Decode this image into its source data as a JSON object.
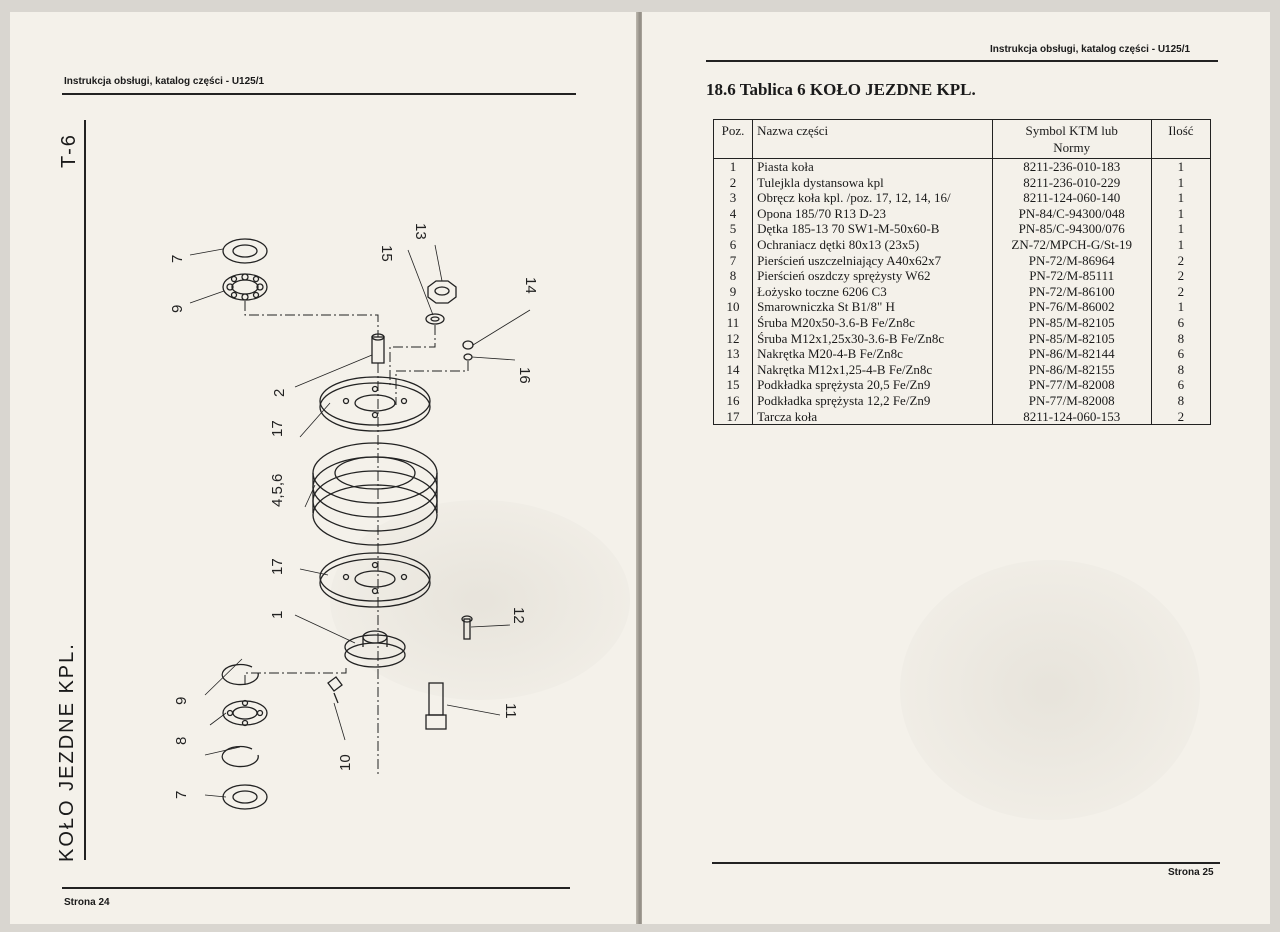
{
  "left_page": {
    "header": "Instrukcja obsługi, katalog części - U125/1",
    "side_code": "T-6",
    "side_title": "KOŁO JEZDNE KPL.",
    "page_number": "Strona 24",
    "diagram_labels": {
      "p7a": "7",
      "p9a": "9",
      "p15": "15",
      "p13": "13",
      "p14": "14",
      "p16": "16",
      "p2": "2",
      "p17a": "17",
      "p456": "4,5,6",
      "p17b": "17",
      "p1": "1",
      "p12": "12",
      "p9b": "9",
      "p8": "8",
      "p7b": "7",
      "p10": "10",
      "p11": "11"
    }
  },
  "right_page": {
    "header": "Instrukcja obsługi, katalog części - U125/1",
    "section_title": "18.6 Tablica 6 KOŁO JEZDNE KPL.",
    "table": {
      "headers": {
        "poz": "Poz.",
        "name": "Nazwa części",
        "symbol_1": "Symbol KTM lub",
        "symbol_2": "Normy",
        "qty": "Ilość"
      },
      "rows": [
        {
          "poz": "1",
          "name": "Piasta koła",
          "symbol": "8211-236-010-183",
          "qty": "1"
        },
        {
          "poz": "2",
          "name": "Tulejkla dystansowa kpl",
          "symbol": "8211-236-010-229",
          "qty": "1"
        },
        {
          "poz": "3",
          "name": "Obręcz koła kpl. /poz. 17, 12, 14, 16/",
          "symbol": "8211-124-060-140",
          "qty": "1"
        },
        {
          "poz": "4",
          "name": "Opona 185/70 R13 D-23",
          "symbol": "PN-84/C-94300/048",
          "qty": "1"
        },
        {
          "poz": "5",
          "name": "Dętka 185-13 70 SW1-M-50x60-B",
          "symbol": "PN-85/C-94300/076",
          "qty": "1"
        },
        {
          "poz": "6",
          "name": "Ochraniacz dętki 80x13 (23x5)",
          "symbol": "ZN-72/MPCH-G/St-19",
          "qty": "1"
        },
        {
          "poz": "7",
          "name": "Pierścień uszczelniający A40x62x7",
          "symbol": "PN-72/M-86964",
          "qty": "2"
        },
        {
          "poz": "8",
          "name": "Pierścień oszdczy sprężysty W62",
          "symbol": "PN-72/M-85111",
          "qty": "2"
        },
        {
          "poz": "9",
          "name": "Łożysko toczne 6206 C3",
          "symbol": "PN-72/M-86100",
          "qty": "2"
        },
        {
          "poz": "10",
          "name": "Smarowniczka St B1/8\" H",
          "symbol": "PN-76/M-86002",
          "qty": "1"
        },
        {
          "poz": "11",
          "name": "Śruba M20x50-3.6-B Fe/Zn8c",
          "symbol": "PN-85/M-82105",
          "qty": "6"
        },
        {
          "poz": "12",
          "name": "Śruba M12x1,25x30-3.6-B Fe/Zn8c",
          "symbol": "PN-85/M-82105",
          "qty": "8"
        },
        {
          "poz": "13",
          "name": "Nakrętka M20-4-B Fe/Zn8c",
          "symbol": "PN-86/M-82144",
          "qty": "6"
        },
        {
          "poz": "14",
          "name": "Nakrętka M12x1,25-4-B Fe/Zn8c",
          "symbol": "PN-86/M-82155",
          "qty": "8"
        },
        {
          "poz": "15",
          "name": "Podkładka sprężysta 20,5 Fe/Zn9",
          "symbol": "PN-77/M-82008",
          "qty": "6"
        },
        {
          "poz": "16",
          "name": "Podkładka sprężysta 12,2 Fe/Zn9",
          "symbol": "PN-77/M-82008",
          "qty": "8"
        },
        {
          "poz": "17",
          "name": "Tarcza koła",
          "symbol": "8211-124-060-153",
          "qty": "2"
        }
      ]
    },
    "page_number": "Strona 25"
  }
}
